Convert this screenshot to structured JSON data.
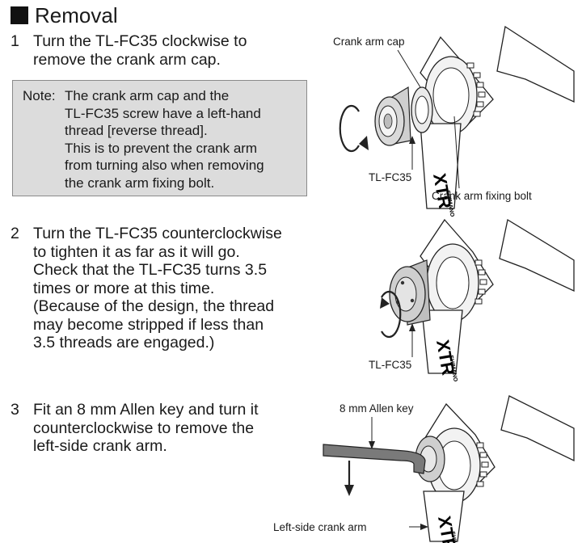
{
  "section": {
    "title": "Removal"
  },
  "steps": [
    {
      "number": "1",
      "text": "Turn the TL-FC35 clockwise to\nremove the crank arm cap."
    },
    {
      "number": "2",
      "text": "Turn the TL-FC35 counterclockwise\nto tighten it as far as it will go.\nCheck that the TL-FC35 turns 3.5\ntimes or more at this time.\n(Because of the design, the thread\nmay become stripped if less than\n3.5 threads are engaged.)"
    },
    {
      "number": "3",
      "text": "Fit an 8 mm Allen key and turn it\ncounterclockwise to remove the\nleft-side crank arm."
    }
  ],
  "note": {
    "label": "Note:",
    "text": "The crank arm cap and the\nTL-FC35 screw have a left-hand\nthread [reverse thread].\nThis is to prevent the crank arm\nfrom turning also when removing\nthe crank arm fixing bolt."
  },
  "figures": {
    "fig1": {
      "crank_arm_cap": "Crank arm cap",
      "tool": "TL-FC35",
      "fixing_bolt": "Crank arm fixing bolt"
    },
    "fig2": {
      "tool": "TL-FC35"
    },
    "fig3": {
      "allen_key": "8 mm Allen key",
      "crank_arm": "Left-side crank arm"
    }
  },
  "crank_markings": {
    "model": "XTR",
    "brand": "SHIMANO"
  },
  "icons": {
    "title_marker": "black-square-icon",
    "rotation": "rotation-arrow-icon",
    "direction": "down-arrow-icon"
  }
}
